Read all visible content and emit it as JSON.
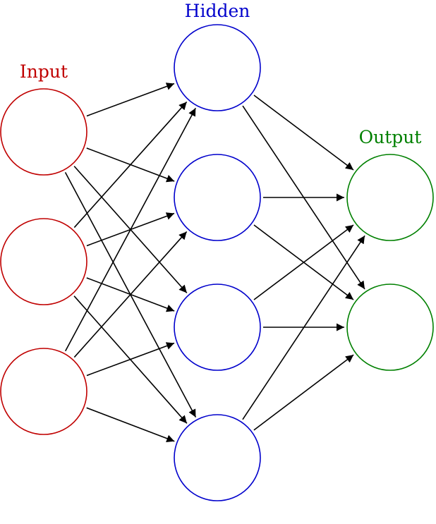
{
  "title": "Artificial neural network",
  "layers": [
    {
      "id": "input",
      "label": "Input",
      "color": "#c00000",
      "count": 3
    },
    {
      "id": "hidden",
      "label": "Hidden",
      "color": "#0000cc",
      "count": 4
    },
    {
      "id": "output",
      "label": "Output",
      "color": "#008000",
      "count": 2
    }
  ],
  "connections": [
    {
      "from": "input",
      "to": "hidden",
      "type": "fully-connected",
      "arrow": "forward"
    },
    {
      "from": "hidden",
      "to": "output",
      "type": "fully-connected",
      "arrow": "forward"
    }
  ],
  "edge_color": "#000000"
}
